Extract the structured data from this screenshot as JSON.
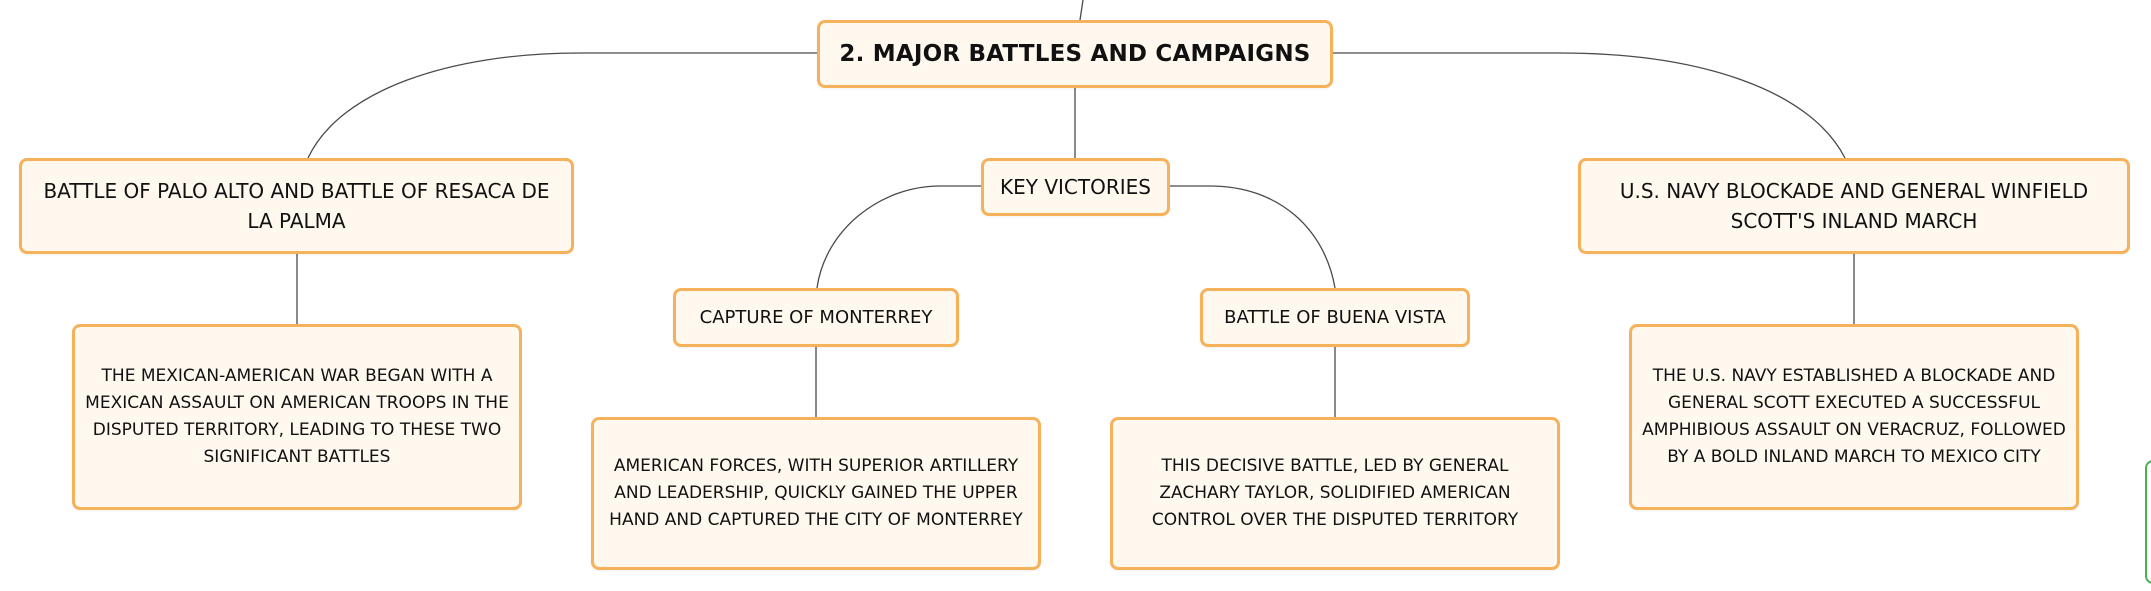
{
  "diagram": {
    "root": {
      "label": "2. MAJOR BATTLES AND CAMPAIGNS"
    },
    "palo_alto": {
      "label": "BATTLE OF PALO ALTO AND BATTLE OF RESACA DE LA PALMA",
      "detail": "THE MEXICAN-AMERICAN WAR BEGAN WITH A MEXICAN ASSAULT ON AMERICAN TROOPS IN THE DISPUTED TERRITORY, LEADING TO THESE TWO SIGNIFICANT BATTLES"
    },
    "key_victories": {
      "label": "KEY VICTORIES",
      "monterrey": {
        "label": "CAPTURE OF MONTERREY",
        "detail": "AMERICAN FORCES, WITH SUPERIOR ARTILLERY AND LEADERSHIP, QUICKLY GAINED THE UPPER HAND AND CAPTURED THE CITY OF MONTERREY"
      },
      "buena_vista": {
        "label": "BATTLE OF BUENA VISTA",
        "detail": "THIS DECISIVE BATTLE, LED BY GENERAL ZACHARY TAYLOR, SOLIDIFIED AMERICAN CONTROL OVER THE DISPUTED TERRITORY"
      }
    },
    "navy_blockade": {
      "label": "U.S. NAVY BLOCKADE AND GENERAL WINFIELD SCOTT'S INLAND MARCH",
      "detail": "THE U.S. NAVY ESTABLISHED A BLOCKADE AND GENERAL SCOTT EXECUTED A SUCCESSFUL AMPHIBIOUS ASSAULT ON VERACRUZ, FOLLOWED BY A BOLD INLAND MARCH TO MEXICO CITY"
    }
  },
  "colors": {
    "node_border": "#f5b25b",
    "node_fill": "#fff8ef",
    "connector": "#4a4a4a"
  }
}
